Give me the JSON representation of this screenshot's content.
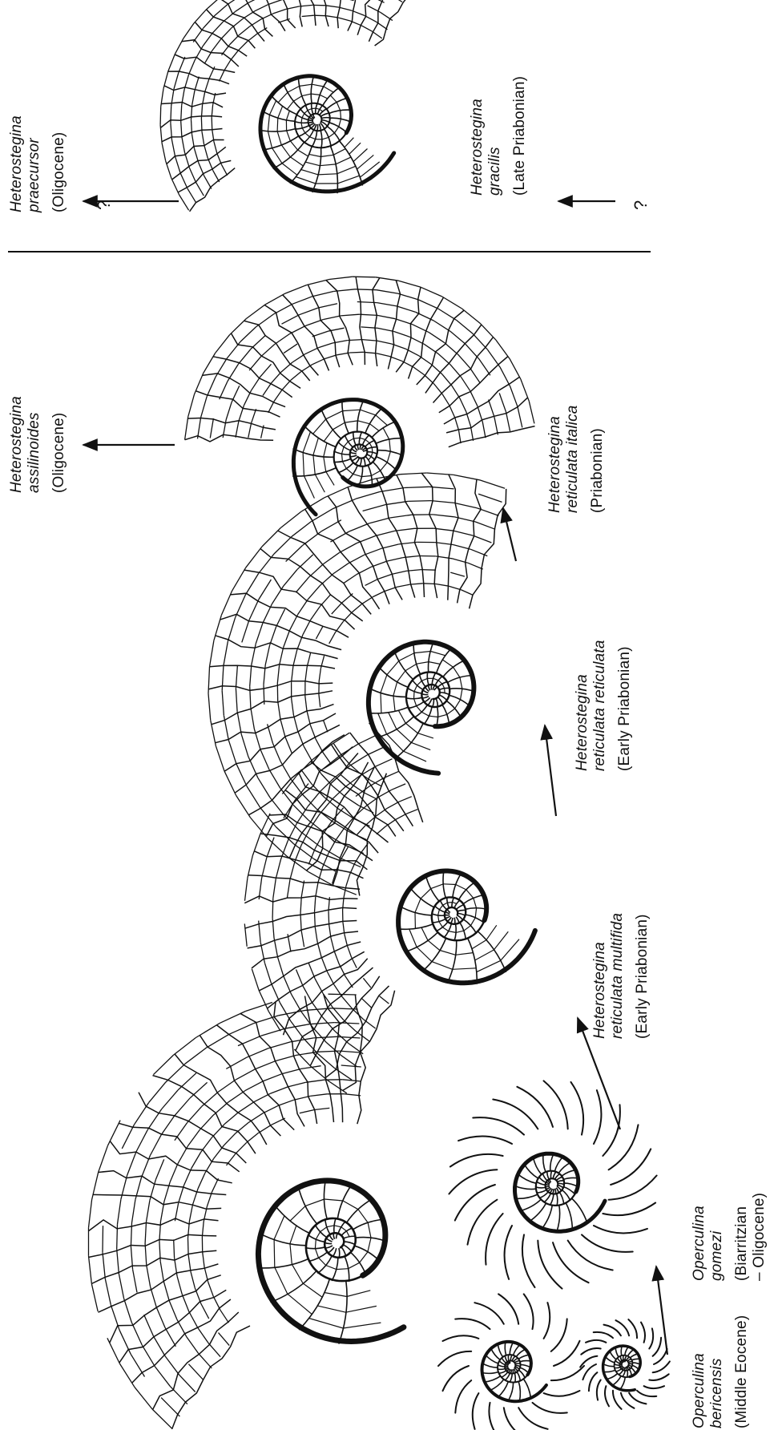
{
  "title": "",
  "taxa": [
    {
      "genus": "Operculina",
      "species": "bericensis",
      "age": "(Middle Eocene)"
    },
    {
      "genus": "Operculina",
      "species": "gomezi",
      "age": "(Biarritzian\n– Oligocene)"
    },
    {
      "genus": "Heterostegina",
      "species": "reticulata multifida",
      "age": "(Early Priabonian)"
    },
    {
      "genus": "Heterostegina",
      "species": "reticulata reticulata",
      "age": "(Early Priabonian)"
    },
    {
      "genus": "Heterostegina",
      "species": "reticulata italica",
      "age": "(Priabonian)"
    },
    {
      "genus": "Heterostegina",
      "species": "assilinoides",
      "age": "(Oligocene)"
    },
    {
      "genus": "Heterostegina",
      "species": "gracilis",
      "age": "(Late Priabonian)"
    },
    {
      "genus": "Heterostegina",
      "species": "praecursor",
      "age": "(Oligocene)"
    }
  ],
  "uncertain_marks": [
    "?",
    "?"
  ],
  "drawing": {
    "line_color": "#111111",
    "background": "#ffffff"
  }
}
